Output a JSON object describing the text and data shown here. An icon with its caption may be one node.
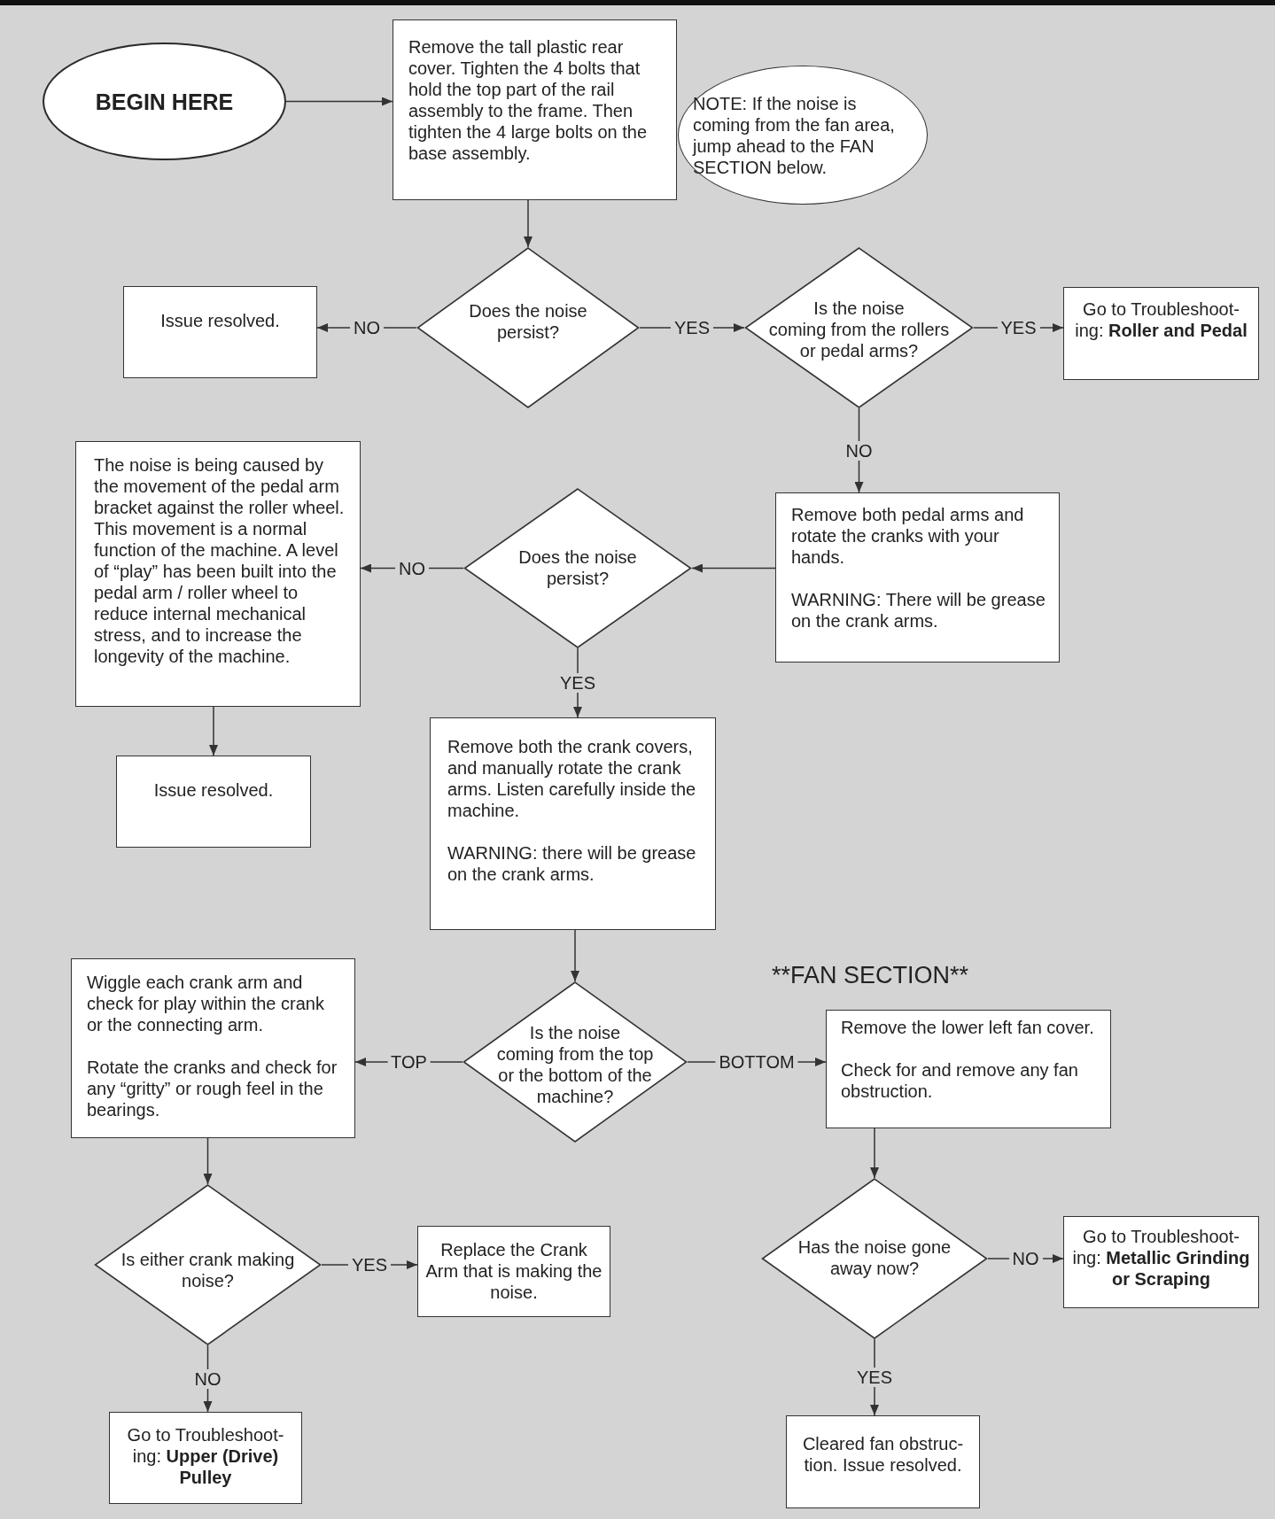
{
  "diagram": {
    "nodes": [
      {
        "text": [
          "BEGIN HERE"
        ]
      },
      {
        "text": [
          "Remove the tall plastic rear cover. Tighten the 4 bolts that hold the top part of the rail assembly to the frame. Then tighten the 4 large bolts on the base assembly."
        ]
      },
      {
        "text": [
          "NOTE: If the noise is coming from the fan area, jump ahead to the FAN SECTION below."
        ]
      },
      {
        "text": [
          "Issue resolved."
        ]
      },
      {
        "text": [
          "Does the noise persist?"
        ]
      },
      {
        "text": [
          "Is the noise coming from the rollers or pedal arms?"
        ]
      },
      {
        "text": [
          "Go to Troubleshoot- ing: **Roller and Pedal**"
        ]
      },
      {
        "text": [
          "The noise is being caused by the movement of the pedal arm bracket against the roller wheel. This movement is a normal function of the machine. A level of “play” has been built into the pedal arm / roller wheel to reduce internal mechanical stress, and to increase the longevity of the machine."
        ]
      },
      {
        "text": [
          "Does the noise persist?"
        ]
      },
      {
        "text": [
          "Remove both pedal arms and rotate the cranks with your hands.",
          "WARNING: There will be grease on the crank arms."
        ]
      },
      {
        "text": [
          "Issue resolved."
        ]
      },
      {
        "text": [
          "Remove both the crank covers, and manually rotate the crank arms. Listen carefully inside the machine.",
          "WARNING: there will be grease on the crank arms."
        ]
      },
      {
        "text": [
          "Wiggle each crank arm and check for play within the crank or the connecting arm.",
          "Rotate the cranks and check for any “gritty” or rough feel in the bearings."
        ]
      },
      {
        "text": [
          "Is the noise coming from the top or the bottom of the machine?"
        ]
      },
      {
        "text": [
          "Remove the lower left fan cover.",
          "Check for and remove any fan obstruction."
        ]
      },
      {
        "text": [
          "Is either crank making noise?"
        ]
      },
      {
        "text": [
          "Replace the Crank Arm that is making the noise."
        ]
      },
      {
        "text": [
          "Has the noise gone away now?"
        ]
      },
      {
        "text": [
          "Go to Troubleshoot- ing: **Metallic Grinding or Scraping**"
        ]
      },
      {
        "text": [
          "Go to Troubleshoot- ing: **Upper (Drive) Pulley**"
        ]
      },
      {
        "text": [
          "Cleared fan obstruc- tion. Issue resolved."
        ]
      }
    ],
    "edges": [
      {
        "from": 0,
        "to": 1,
        "arrow": "to"
      },
      {
        "from": 1,
        "to": 4,
        "arrow": "to"
      },
      {
        "from": 4,
        "to": 3,
        "arrow": "to",
        "label": "NO"
      },
      {
        "from": 4,
        "to": 5,
        "arrow": "to",
        "label": "YES"
      },
      {
        "from": 5,
        "to": 6,
        "arrow": "to",
        "label": "YES"
      },
      {
        "from": 5,
        "to": 9,
        "arrow": "to",
        "label": "NO"
      },
      {
        "from": 9,
        "to": 8,
        "arrow": "to"
      },
      {
        "from": 8,
        "to": 7,
        "arrow": "to",
        "label": "NO"
      },
      {
        "from": 8,
        "to": 11,
        "arrow": "to",
        "label": "YES"
      },
      {
        "from": 7,
        "to": 10,
        "arrow": "to"
      },
      {
        "from": 11,
        "to": 13,
        "arrow": "to"
      },
      {
        "from": 13,
        "to": 12,
        "arrow": "to",
        "label": "TOP"
      },
      {
        "from": 13,
        "to": 14,
        "arrow": "to",
        "label": "BOTTOM"
      },
      {
        "from": 12,
        "to": 15,
        "arrow": "to"
      },
      {
        "from": 15,
        "to": 16,
        "arrow": "to",
        "label": "YES"
      },
      {
        "from": 15,
        "to": 19,
        "arrow": "to",
        "label": "NO"
      },
      {
        "from": 14,
        "to": 17,
        "arrow": "to"
      },
      {
        "from": 17,
        "to": 18,
        "arrow": "to",
        "label": "NO"
      },
      {
        "from": 17,
        "to": 20,
        "arrow": "to",
        "label": "YES"
      }
    ],
    "labels": [
      "**FAN SECTION**"
    ]
  }
}
